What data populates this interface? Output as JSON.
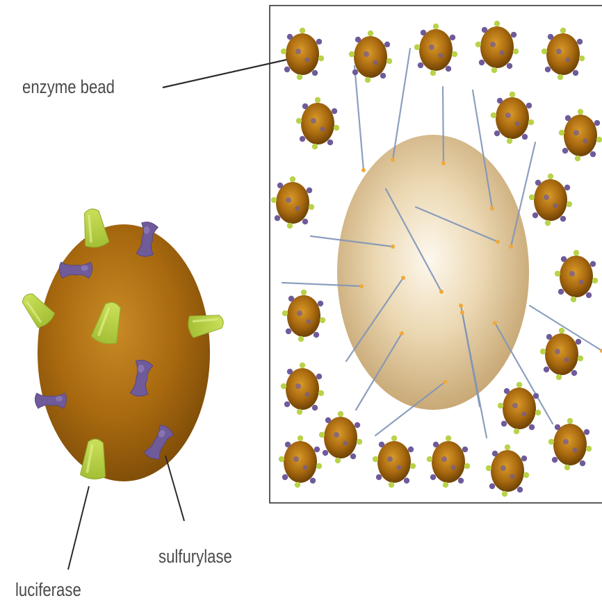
{
  "labels": {
    "enzyme_bead": "enzyme bead",
    "sulfurylase": "sulfurylase",
    "luciferase": "luciferase"
  },
  "colors": {
    "bead_brown": "#9a5f0c",
    "bead_highlight": "#d99a2a",
    "luciferase_green": "#b9d24a",
    "sulfurylase_purple": "#6f5b9a",
    "central_bead_light": "#fbf3e4",
    "central_bead_dark": "#c2a06b",
    "strand_blue": "#7f95b8",
    "strand_tip_orange": "#f0a93a",
    "panel_border": "#333333",
    "label_text": "#4a4a4a"
  },
  "icons": [
    "enzyme-bead-icon",
    "luciferase-icon",
    "sulfurylase-icon",
    "dna-capture-bead-icon",
    "dna-strand-icon"
  ]
}
